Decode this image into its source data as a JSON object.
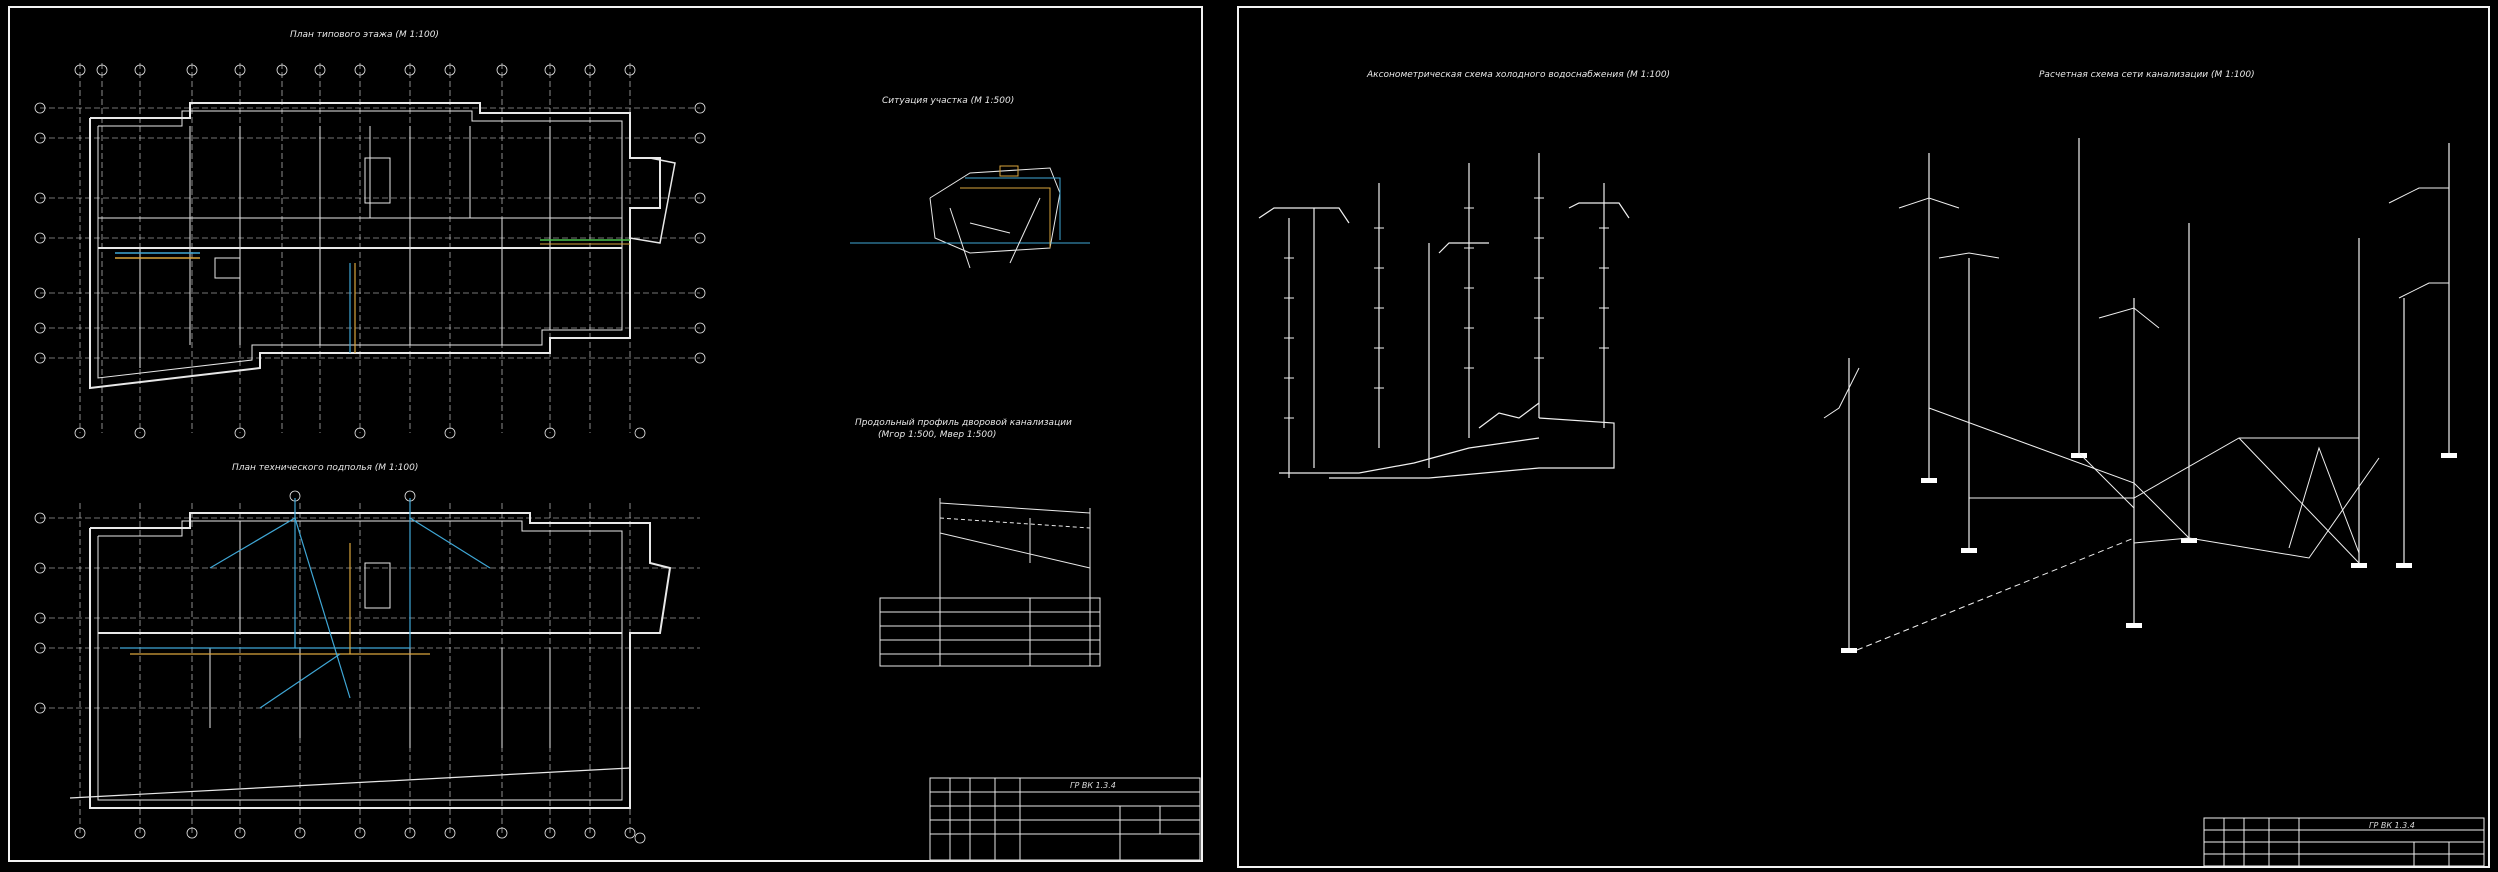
{
  "left_sheet": {
    "plan_first_floor_title": "План типового этажа (М 1:100)",
    "plan_basement_title": "План технического подполья (М 1:100)",
    "site_plan_title": "Ситуация участка (М 1:500)",
    "profile_title_line1": "Продольный профиль дворовой канализации",
    "profile_title_line2": "(Мгор 1:500, Мвер 1:500)",
    "title_block_code": "ГР ВК 1.3.4"
  },
  "right_sheet": {
    "axonometric_water_title": "Аксонометрическая схема холодного водоснабжения (М 1:100)",
    "sewer_scheme_title": "Расчетная схема сети канализации (М 1:100)",
    "title_block_code": "ГР ВК 1.3.4"
  },
  "colors": {
    "background": "#000000",
    "lines": "#ffffff",
    "cold_water": "#3fa7d6",
    "hot_water": "#d9a53c",
    "green": "#4bc24b"
  }
}
